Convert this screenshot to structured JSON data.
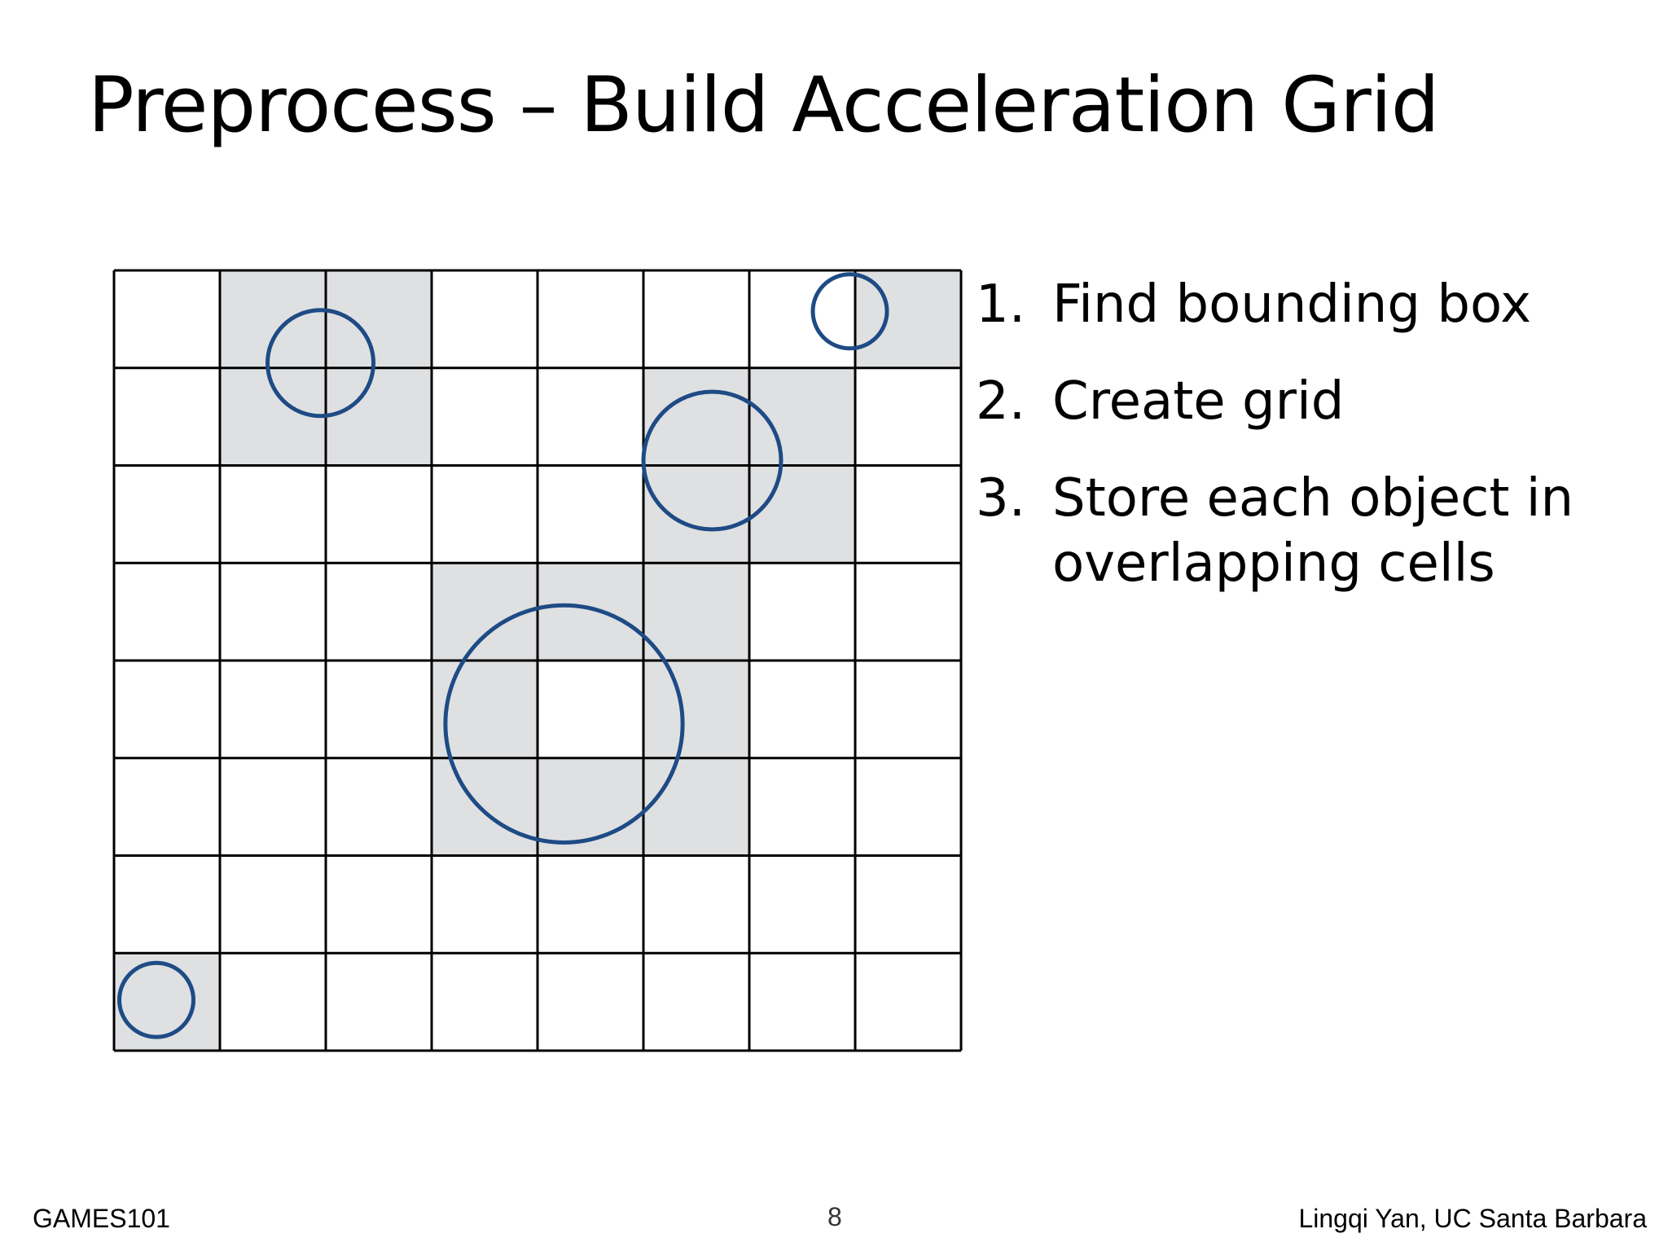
{
  "slide": {
    "title": "Preprocess – Build Acceleration Grid",
    "steps": [
      {
        "number": "1.",
        "text": "Find bounding box"
      },
      {
        "number": "2.",
        "text": "Create grid"
      },
      {
        "number": "3.",
        "text": "Store each object in overlapping cells"
      }
    ],
    "footer": {
      "left": "GAMES101",
      "page_number": "8",
      "right": "Lingqi Yan, UC Santa Barbara"
    }
  },
  "grid": {
    "columns": 8,
    "rows": 8,
    "shaded_cells": [
      [
        0,
        1
      ],
      [
        0,
        2
      ],
      [
        1,
        1
      ],
      [
        1,
        2
      ],
      [
        0,
        7
      ],
      [
        1,
        5
      ],
      [
        1,
        6
      ],
      [
        2,
        5
      ],
      [
        2,
        6
      ],
      [
        3,
        3
      ],
      [
        3,
        4
      ],
      [
        3,
        5
      ],
      [
        4,
        3
      ],
      [
        4,
        5
      ],
      [
        5,
        3
      ],
      [
        5,
        4
      ],
      [
        5,
        5
      ],
      [
        7,
        0
      ]
    ],
    "objects": [
      {
        "shape": "circle",
        "center": [
          1.95,
          0.95
        ],
        "radius": 0.5
      },
      {
        "shape": "circle",
        "center": [
          6.95,
          0.42
        ],
        "radius": 0.35
      },
      {
        "shape": "circle",
        "center": [
          5.65,
          1.95
        ],
        "radius": 0.65
      },
      {
        "shape": "circle",
        "center": [
          4.25,
          4.65
        ],
        "radius": 1.12
      },
      {
        "shape": "circle",
        "center": [
          0.4,
          7.48
        ],
        "radius": 0.35
      }
    ],
    "colors": {
      "shaded_cell": "#dfe0e2",
      "grid_line": "#000000",
      "object_outline": "#1e4b85"
    }
  }
}
